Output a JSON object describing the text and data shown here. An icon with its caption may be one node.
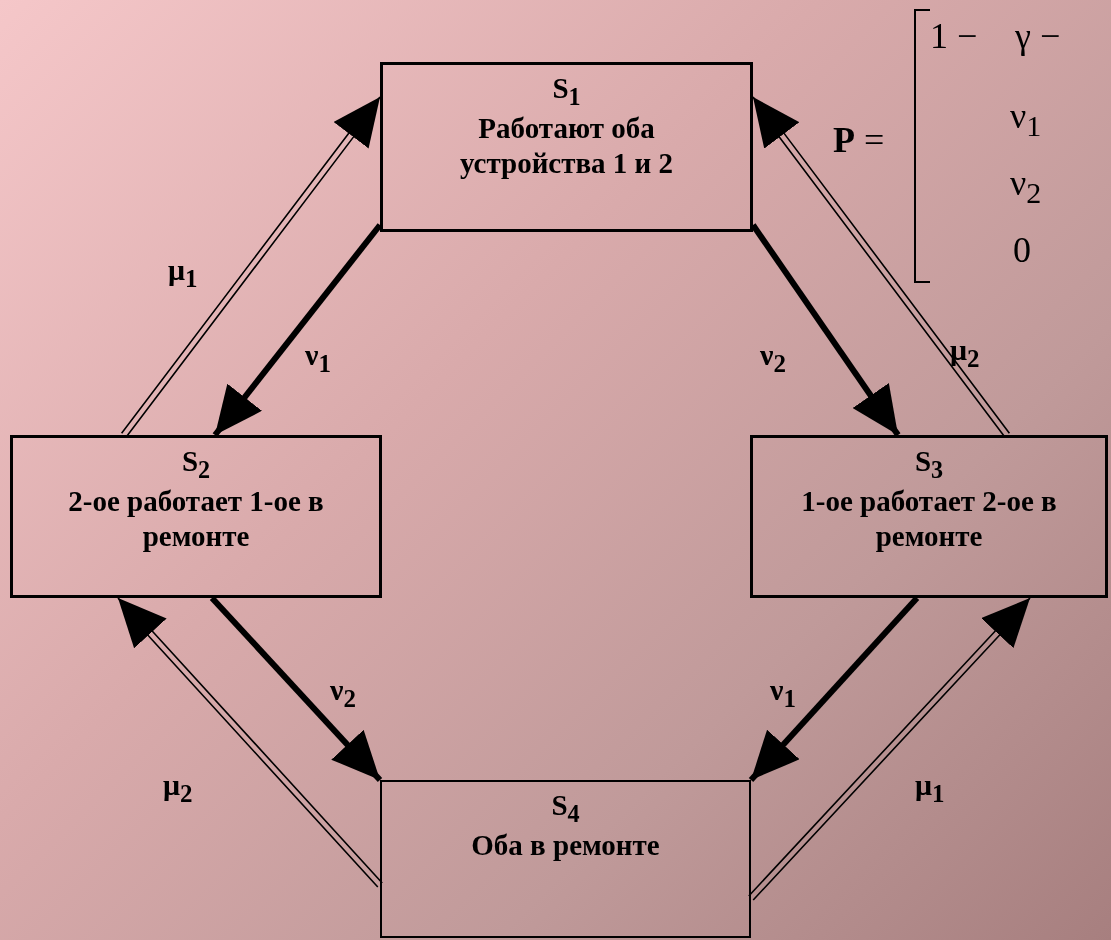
{
  "diagram": {
    "nodes": [
      {
        "text": [
          "S$_{1}$",
          "Работают оба устройства 1 и 2"
        ]
      },
      {
        "text": [
          "S$_{2}$",
          "2-ое работает 1-ое в ремонте"
        ]
      },
      {
        "text": [
          "S$_{3}$",
          "1-ое работает 2-ое в ремонте"
        ]
      },
      {
        "text": [
          "S$_{4}$",
          "Оба в ремонте"
        ]
      }
    ],
    "edges": [
      {
        "from": 1,
        "to": 0,
        "arrow": "to",
        "label": "μ$_{1}$"
      },
      {
        "from": 0,
        "to": 1,
        "arrow": "to",
        "label": "ν$_{1}$",
        "style": "thick"
      },
      {
        "from": 0,
        "to": 2,
        "arrow": "to",
        "label": "ν$_{2}$",
        "style": "thick"
      },
      {
        "from": 2,
        "to": 0,
        "arrow": "to",
        "label": "μ$_{2}$"
      },
      {
        "from": 1,
        "to": 3,
        "arrow": "to",
        "label": "ν$_{2}$",
        "style": "thick"
      },
      {
        "from": 3,
        "to": 1,
        "arrow": "to",
        "label": "μ$_{2}$"
      },
      {
        "from": 2,
        "to": 3,
        "arrow": "to",
        "label": "ν$_{1}$",
        "style": "thick"
      },
      {
        "from": 3,
        "to": 2,
        "arrow": "to",
        "label": "μ$_{1}$"
      }
    ],
    "labels": [
      "**P** =",
      "1 −",
      "γ −",
      "ν$_{1}$",
      "ν$_{2}$",
      "0"
    ]
  }
}
